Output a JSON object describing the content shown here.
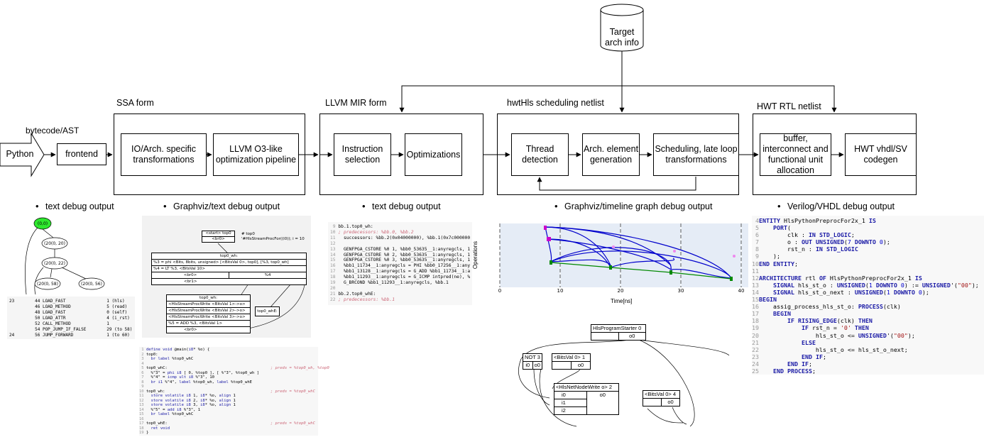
{
  "db": {
    "line1": "Target",
    "line2": "arch info"
  },
  "input": {
    "python": "Python",
    "bytecode_label": "bytecode/AST"
  },
  "frontend": {
    "label": "frontend"
  },
  "groups": [
    {
      "id": "ssa",
      "title": "SSA form",
      "boxes": [
        "IO/Arch. specific transformations",
        "LLVM O3-like optimization pipeline"
      ]
    },
    {
      "id": "mir",
      "title": "LLVM MIR form",
      "boxes": [
        "Instruction selection",
        "Optimizations"
      ]
    },
    {
      "id": "sched",
      "title": "hwtHls scheduling netlist",
      "boxes": [
        "Thread detection",
        "Arch. element generation",
        "Scheduling, late loop transformations"
      ]
    },
    {
      "id": "rtl",
      "title": "HWT RTL netlist",
      "boxes": [
        "buffer, interconnect and functional unit allocation",
        "HWT vhdl/SV codegen"
      ]
    }
  ],
  "bullets": [
    "text debug output",
    "Graphviz/text debug output",
    "text debug output",
    "Graphviz/timeline graph debug output",
    "Verilog/VHDL debug output"
  ],
  "cfg_graph": {
    "nodes": [
      "(0,0)",
      "(20(0, 20)",
      "(20(0, 22)",
      "(20(0, 58)",
      "(20(0, 56)"
    ]
  },
  "bytecode_listing": [
    [
      "23",
      "44 LOAD_FAST",
      "1 (hls)"
    ],
    [
      "",
      "46 LOAD_METHOD",
      "5 (read)"
    ],
    [
      "",
      "48 LOAD_FAST",
      "0 (self)"
    ],
    [
      "",
      "50 LOAD_ATTR",
      "4 (i_rst)"
    ],
    [
      "",
      "52 CALL_METHOD",
      "1"
    ],
    [
      "",
      "54 POP_JUMP_IF_FALSE",
      "29 (to 58)"
    ],
    [
      "24",
      "56 JUMP_FORWARD",
      "1 (to 60)"
    ]
  ],
  "ssa_graph": {
    "start_label": "<start> top0",
    "start_sub": "<br0>",
    "comment": "# top0\n'#HlsStreamProcFor((i0)); i = 10",
    "wh_title": "top0_wh:",
    "wh_phi": "%3 = phi <Bits, 8bits, unsigned> [<BitsVal 0>, top0], [%3, top0_wh]",
    "wh_lt": "%4 = LT %3, <BitsVal 10>",
    "wh_br0": "<br0>",
    "wh_br1": "<br1>",
    "wh_pct": "%4",
    "body_title": "top0_wh:",
    "body_lines": [
      "<HlsStreamProcWrite <BitsVal 1>->o>",
      "<HlsStreamProcWrite <BitsVal 2>->o>",
      "<HlsStreamProcWrite <BitsVal 3>->o>",
      "%5 = ADD %3, <BitsVal 1>",
      "<br0>"
    ],
    "whe_label": "top0_whE:"
  },
  "llvm_ir": [
    "define void @main(i8* %o) {",
    "top0:",
    "  br label %top0_whC",
    "",
    "top0_whC:",
    "  %\"3\" = phi i8 [ 0, %top0 ], [ %\"3\", %top0_wh ]",
    "  %\"4\" = icmp ult i8 %\"3\", 10",
    "  br i1 %\"4\", label %top0_wh, label %top0_whE",
    "",
    "top0_wh:",
    "  store volatile i8 1, i8* %o, align 1",
    "  store volatile i8 2, i8* %o, align 1",
    "  store volatile i8 3, i8* %o, align 1",
    "  %\"5\" = add i8 %\"3\", 1",
    "  br label %top0_whC",
    "",
    "top0_whE:",
    "  ret void",
    "}"
  ],
  "llvm_ir_comments": {
    "5": "; preds = %top0_wh, %top0",
    "10": "; preds = %top0_whC",
    "17": "; preds = %top0_whC"
  },
  "mir_listing": [
    [
      "9",
      "bb.1.top0_wh:"
    ],
    [
      "10",
      "; predecessors: %bb.0, %bb.2"
    ],
    [
      "11",
      "  successors: %bb.2(0x04000000), %bb.1(0x7c000000"
    ],
    [
      "12",
      ""
    ],
    [
      "13",
      "  GENFPGA_CSTORE %0 1, %bb0_53635__1:anyregcls, 1"
    ],
    [
      "14",
      "  GENFPGA_CSTORE %0 2, %bb0_53635__1:anyregcls, 1"
    ],
    [
      "15",
      "  GENFPGA_CSTORE %0 3, %bb0_53635__1:anyregcls, 1"
    ],
    [
      "16",
      "  %bb1_11734__1:anyregcls = PHI %bb0_17256__1:any"
    ],
    [
      "17",
      "  %bb1_13128__1:anyregcls = G_ADD %bb1_11734__1:a"
    ],
    [
      "18",
      "  %bb1_11293__1:anyregcls = G_ICMP intpred(ne), %"
    ],
    [
      "19",
      "  G_BRCOND %bb1_11293__1:anyregcls, %bb.1"
    ],
    [
      "20",
      ""
    ],
    [
      "21",
      "bb.2.top0_whE:"
    ],
    [
      "22",
      "; predecessors: %bb.1"
    ]
  ],
  "timeline": {
    "ylabel": "Operations",
    "xlabel": "Time[ns]",
    "ticks": [
      "0",
      "10",
      "20",
      "30",
      "40"
    ],
    "xlim": [
      0,
      40
    ]
  },
  "netlist": {
    "starter": "HlsProgramStarter 0",
    "starter_port": "o0",
    "not_title": "NOT 3",
    "not_ports": [
      "i0",
      "o0"
    ],
    "bitsval1": "<BitsVal 0> 1",
    "bitsval1_port": "o0",
    "write_title": "<HlsNetNodeWrite o> 2",
    "write_ports": [
      "i0",
      "i1",
      "i2"
    ],
    "write_out": "o0",
    "bitsval4": "<BitsVal 0> 4",
    "bitsval4_port": "o0"
  },
  "vhdl": [
    [
      "4",
      "ENTITY HlsPythonPreprocFor2x_1 IS"
    ],
    [
      "5",
      "    PORT("
    ],
    [
      "6",
      "        clk : IN STD_LOGIC;"
    ],
    [
      "7",
      "        o : OUT UNSIGNED(7 DOWNTO 0);"
    ],
    [
      "8",
      "        rst_n : IN STD_LOGIC"
    ],
    [
      "9",
      "    );"
    ],
    [
      "10",
      "END ENTITY;"
    ],
    [
      "11",
      ""
    ],
    [
      "12",
      "ARCHITECTURE rtl OF HlsPythonPreprocFor2x_1 IS"
    ],
    [
      "13",
      "    SIGNAL hls_st_o : UNSIGNED(1 DOWNTO 0) := UNSIGNED'(\"00\");"
    ],
    [
      "14",
      "    SIGNAL hls_st_o_next : UNSIGNED(1 DOWNTO 0);"
    ],
    [
      "15",
      "BEGIN"
    ],
    [
      "16",
      "    assig_process_hls_st_o: PROCESS(clk)"
    ],
    [
      "17",
      "    BEGIN"
    ],
    [
      "18",
      "        IF RISING_EDGE(clk) THEN"
    ],
    [
      "19",
      "            IF rst_n = '0' THEN"
    ],
    [
      "20",
      "                hls_st_o <= UNSIGNED'(\"00\");"
    ],
    [
      "21",
      "            ELSE"
    ],
    [
      "22",
      "                hls_st_o <= hls_st_o_next;"
    ],
    [
      "23",
      "            END IF;"
    ],
    [
      "24",
      "        END IF;"
    ],
    [
      "25",
      "    END PROCESS;"
    ]
  ]
}
